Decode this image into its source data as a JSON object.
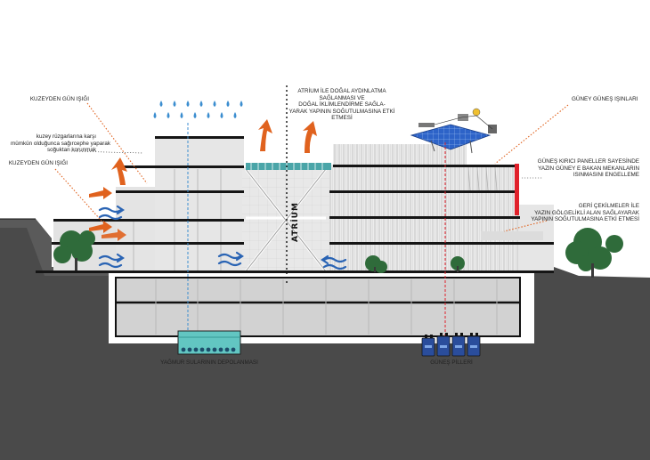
{
  "labels": {
    "north_light_1": "KUZEYDEN GÜN IŞIĞI",
    "north_wind": [
      "kuzey rüzgarlarına karşı",
      "mümkün olduğunca sağırcephe yaparak",
      "soğuktan korunmak"
    ],
    "north_light_2": "KUZEYDEN GÜN IŞIĞI",
    "atrium_note": [
      "ATRİUM İLE DOĞAL AYDINLATMA",
      "SAĞLANMASI VE",
      "DOĞAL İKLİMLENDİRME  SAĞLA-",
      "YARAK YAPININ SOĞUTULMASINA ETKİ",
      "ETMESİ"
    ],
    "south_sun": "GÜNEY GÜNEŞ IŞINLARI",
    "sun_breakers": [
      "GÜNEŞ KIRICI PANELLER SAYESİNDE",
      "YAZIN  GÜNEY E BAKAN MEKANLARIN",
      "ISINMASINI ENGELLEME"
    ],
    "setbacks": [
      "GERİ ÇEKİLMELER İLE",
      "YAZIN GÖLGELİKLİ ALAN SAĞLAYARAK",
      "YAPININ SOĞUTULMASINA ETKİ ETMESİ"
    ],
    "atrium": "ATRİUM",
    "rainwater": "YAĞMUR SULARININ DEPOLANMASI",
    "solar_batteries": "GÜNEŞ PİLLERİ"
  },
  "colors": {
    "ground": "#4a4a4a",
    "basement": "#d2d2d2",
    "building": "#e6e6e6",
    "slab": "#151515",
    "tree": "#2f6b3a",
    "warm_arrow": "#e0621e",
    "cool_arrow": "#2a64b4",
    "rain": "#3c8ed0",
    "tank": "#62c6c2",
    "solar_panel": "#2d63c8",
    "battery": "#2a4d9c",
    "sun_breaker": "#e0202a",
    "leader": "#e0621e"
  },
  "icons": [
    "rain-drop-icon",
    "warm-air-arrow-icon",
    "cool-breeze-arrow-icon",
    "tree-icon",
    "solar-panel-icon",
    "battery-icon",
    "water-tank-icon"
  ]
}
